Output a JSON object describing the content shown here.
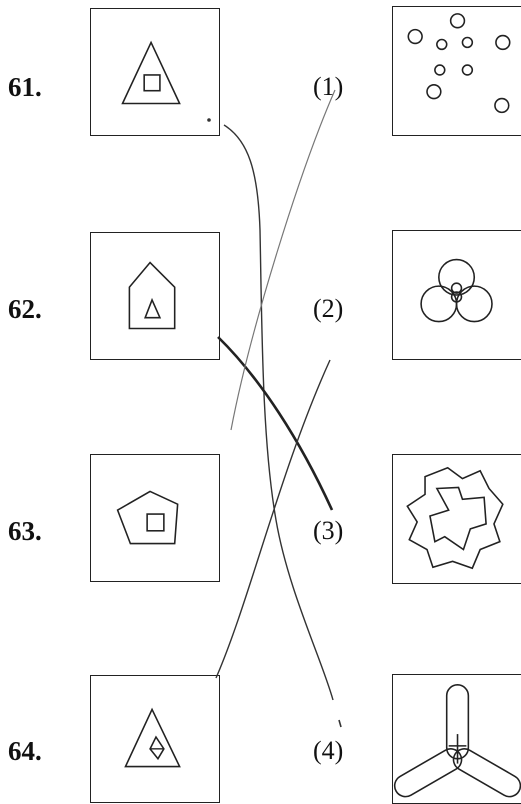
{
  "questions": [
    {
      "number": "61.",
      "figure": "triangle-with-inner-square"
    },
    {
      "number": "62.",
      "figure": "house-pentagon-with-inner-triangle"
    },
    {
      "number": "63.",
      "figure": "pentagon-with-inner-square"
    },
    {
      "number": "64.",
      "figure": "triangle-with-inner-kite"
    }
  ],
  "options": [
    {
      "label": "(1)",
      "figure": "scattered-circles"
    },
    {
      "label": "(2)",
      "figure": "three-lobed-clover"
    },
    {
      "label": "(3)",
      "figure": "overlapping-star-and-propeller"
    },
    {
      "label": "(4)",
      "figure": "three-capsule-propeller"
    }
  ],
  "colors": {
    "ink": "#222222",
    "background": "#ffffff"
  }
}
